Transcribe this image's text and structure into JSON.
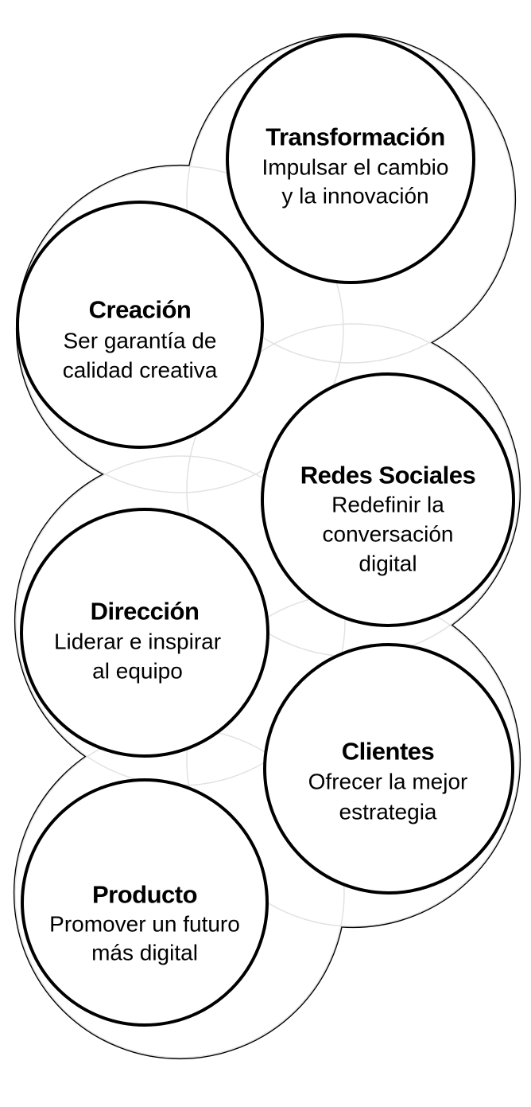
{
  "nodes": [
    {
      "title": "Transformación",
      "lines": [
        "Impulsar el cambio",
        "y la innovación"
      ]
    },
    {
      "title": "Creación",
      "lines": [
        "Ser garantía de",
        "calidad creativa"
      ]
    },
    {
      "title": "Redes Sociales",
      "lines": [
        "Redefinir la",
        "conversación",
        "digital"
      ]
    },
    {
      "title": "Dirección",
      "lines": [
        "Liderar e inspirar",
        "al equipo"
      ]
    },
    {
      "title": "Clientes",
      "lines": [
        "Ofrecer la mejor",
        "estrategia"
      ]
    },
    {
      "title": "Producto",
      "lines": [
        "Promover un futuro",
        "más digital"
      ]
    }
  ]
}
